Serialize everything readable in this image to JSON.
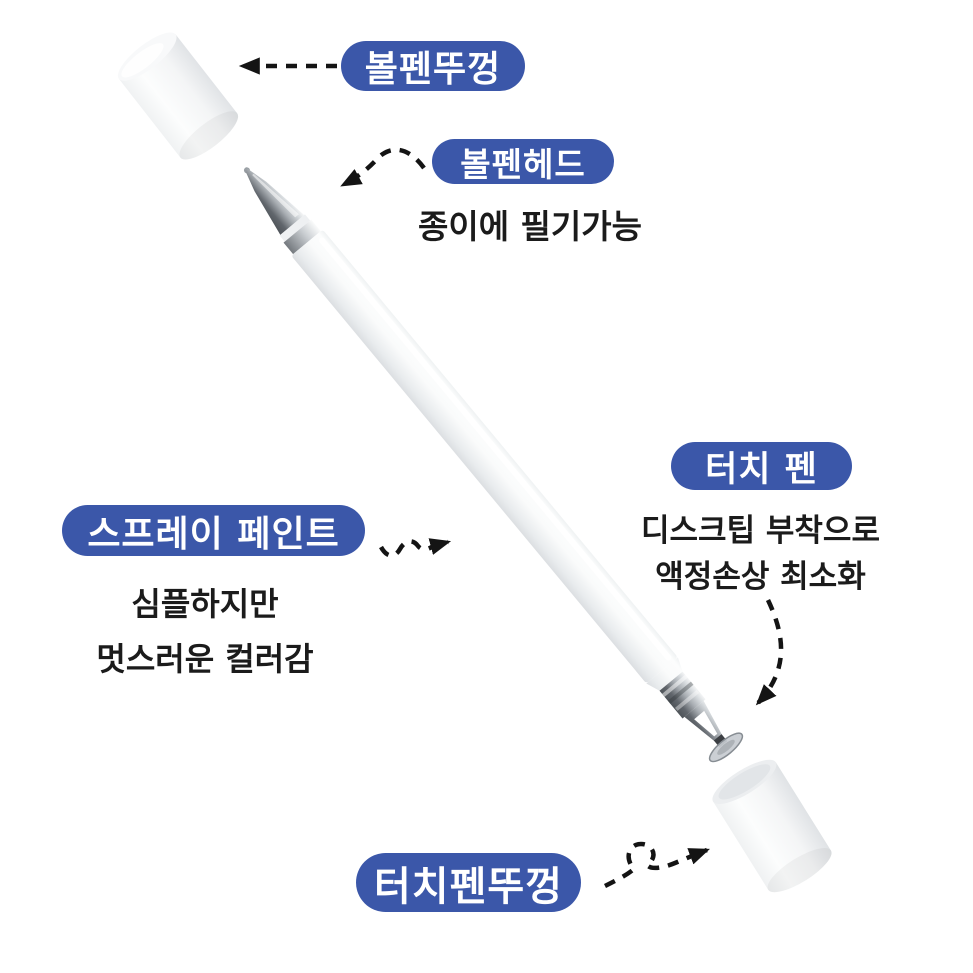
{
  "canvas": {
    "background": "#ffffff"
  },
  "colors": {
    "pill_background": "#3b57a9",
    "pill_text": "#ffffff",
    "caption_text": "#1b1b1b",
    "arrow": "#141414",
    "pen_body": "#f7f8f9",
    "metal_dark": "#4a4f54"
  },
  "annotations": {
    "ballpoint_cap": {
      "label": "볼펜뚜껑"
    },
    "ballpoint_head": {
      "label": "볼펜헤드",
      "caption": "종이에 필기가능"
    },
    "spray_paint": {
      "label": "스프레이 페인트",
      "caption_lines": [
        "심플하지만",
        "멋스러운 컬러감"
      ]
    },
    "touch_pen": {
      "label": "터치 펜",
      "caption_lines": [
        "디스크팁 부착으로",
        "액정손상 최소화"
      ]
    },
    "touch_pen_cap": {
      "label": "터치펜뚜껑"
    }
  }
}
